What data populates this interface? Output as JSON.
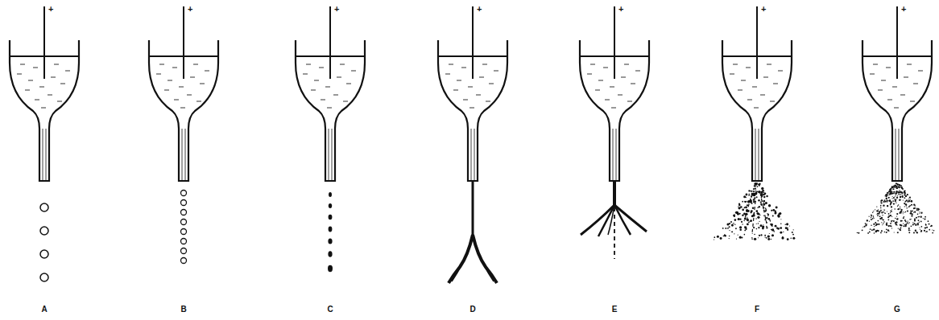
{
  "diagram": {
    "labels": [
      "+",
      "+",
      "+",
      "+",
      "+",
      "+",
      "+",
      "A",
      "B",
      "C",
      "D",
      "E",
      "F",
      "G"
    ]
  }
}
